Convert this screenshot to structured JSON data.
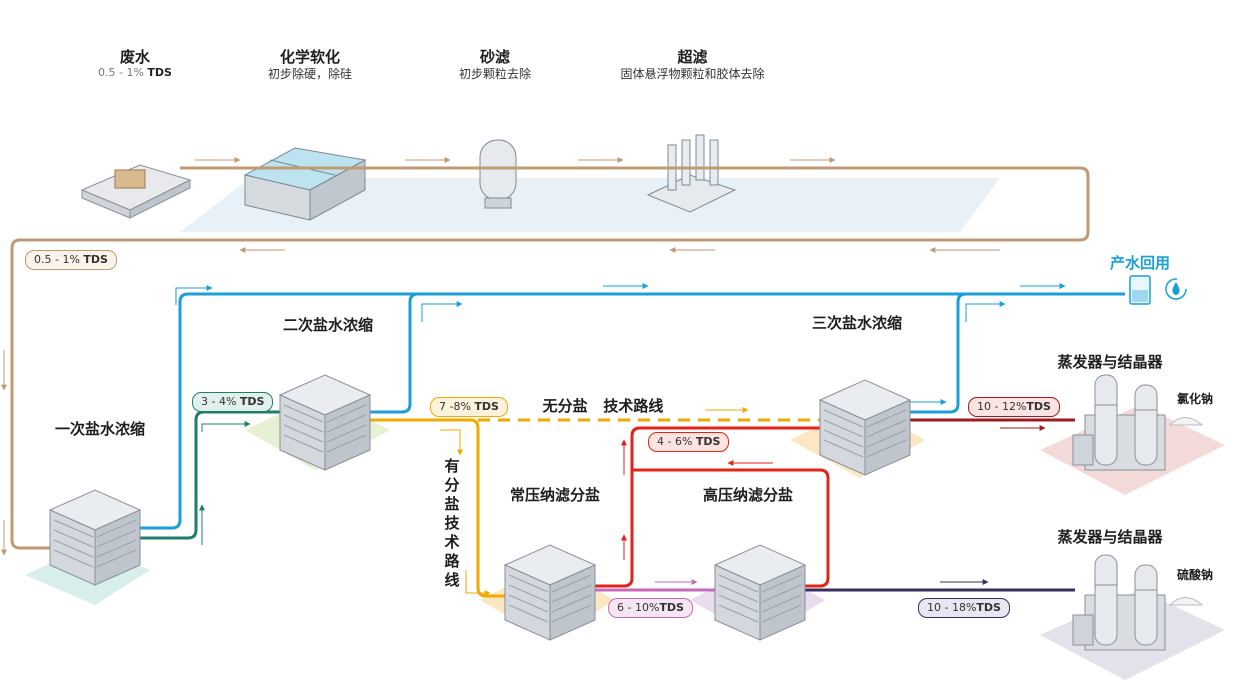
{
  "stages": {
    "wastewater": {
      "title": "废水",
      "tds_value": "0.5 - 1%",
      "tds_unit": "TDS"
    },
    "softening": {
      "title": "化学软化",
      "desc": "初步除硬，除硅"
    },
    "sand_filter": {
      "title": "砂滤",
      "desc": "初步颗粒去除"
    },
    "ultrafiltration": {
      "title": "超滤",
      "desc": "固体悬浮物颗粒和胶体去除"
    },
    "brine1": {
      "title": "一次盐水浓缩"
    },
    "brine2": {
      "title": "二次盐水浓缩"
    },
    "brine3": {
      "title": "三次盐水浓缩"
    },
    "nf_normal": {
      "title": "常压纳滤分盐"
    },
    "nf_high": {
      "title": "高压纳滤分盐"
    },
    "evap1": {
      "title": "蒸发器与结晶器",
      "product": "氯化钠"
    },
    "evap2": {
      "title": "蒸发器与结晶器",
      "product": "硫酸钠"
    }
  },
  "routes": {
    "no_salt": "无分盐   技术路线",
    "salt_split": "有分盐技术路线"
  },
  "product_water": {
    "label": "产水回用"
  },
  "badges": {
    "b1": {
      "value": "0.5 - 1%",
      "unit": "TDS"
    },
    "b2": {
      "value": "3 - 4%",
      "unit": "TDS"
    },
    "b3": {
      "value": "7 -8%",
      "unit": "TDS"
    },
    "b4": {
      "value": "4 - 6%",
      "unit": "TDS"
    },
    "b5": {
      "value": "10 - 12%",
      "unit": "TDS"
    },
    "b6": {
      "value": "6 - 10%",
      "unit": "TDS"
    },
    "b7": {
      "value": "10 - 18%",
      "unit": "TDS"
    }
  },
  "colors": {
    "feed": "#c09a72",
    "product_water": "#1a9fd8",
    "brine_green": "#1f7d6e",
    "brine_orange": "#f2a900",
    "nacl_red": "#e2231a",
    "na2so4_purple": "#3a2e5a",
    "nf_pink": "#c86ab8",
    "dark_red": "#a0191e"
  }
}
